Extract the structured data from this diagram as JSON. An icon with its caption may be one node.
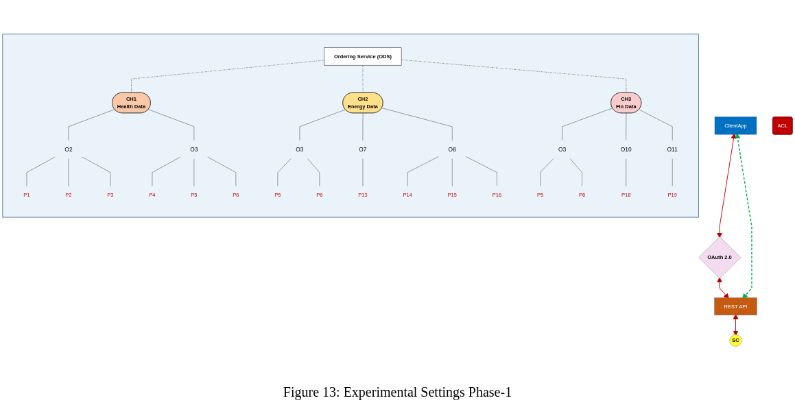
{
  "diagram": {
    "caption": "Figure 13: Experimental Settings Phase-1",
    "nodes": [
      {
        "text": [
          "ClientApp"
        ]
      },
      {
        "text": [
          "OAuth 2.0"
        ]
      },
      {
        "text": [
          "REST API"
        ]
      },
      {
        "text": [
          "SC"
        ]
      },
      {
        "text": [],
        "shape": "box"
      },
      {
        "text": [
          "Ordering Service  (ODS)"
        ],
        "in": 4
      },
      {
        "text": [
          "CH1",
          "Health Data"
        ],
        "in": 4
      },
      {
        "text": [
          "CH2",
          "Energy Data"
        ],
        "in": 4
      },
      {
        "text": [
          "CH3",
          "Fin Data"
        ],
        "in": 4
      },
      {
        "text": [
          "O2"
        ],
        "in": 4
      },
      {
        "text": [
          "O3"
        ],
        "in": 4
      },
      {
        "text": [
          "O3"
        ],
        "in": 4
      },
      {
        "text": [
          "O7"
        ],
        "in": 4
      },
      {
        "text": [
          "O8"
        ],
        "in": 4
      },
      {
        "text": [
          "O3"
        ],
        "in": 4
      },
      {
        "text": [
          "O10"
        ],
        "in": 4
      },
      {
        "text": [
          "O11"
        ],
        "in": 4
      },
      {
        "text": [
          "ACL"
        ]
      },
      {
        "text": [
          "P1"
        ],
        "in": 4
      },
      {
        "text": [
          "P2"
        ],
        "in": 4
      },
      {
        "text": [
          "P3"
        ],
        "in": 4
      },
      {
        "text": [
          "P4"
        ],
        "in": 4
      },
      {
        "text": [
          "P5"
        ],
        "in": 4
      },
      {
        "text": [
          "P6"
        ],
        "in": 4
      },
      {
        "text": [
          "P5"
        ],
        "in": 4
      },
      {
        "text": [
          "P6"
        ],
        "in": 4
      },
      {
        "text": [
          "P13"
        ],
        "in": 4
      },
      {
        "text": [
          "P14"
        ],
        "in": 4
      },
      {
        "text": [
          "P15"
        ],
        "in": 4
      },
      {
        "text": [
          "P16"
        ],
        "in": 4
      },
      {
        "text": [
          "P5"
        ],
        "in": 4
      },
      {
        "text": [
          "P6"
        ],
        "in": 4
      },
      {
        "text": [
          "P18"
        ],
        "in": 4
      },
      {
        "text": [
          "P19"
        ],
        "in": 4
      }
    ],
    "edges": [
      {
        "from": 0,
        "to": 1,
        "arrow": "both",
        "color": "#c00000"
      },
      {
        "from": 1,
        "to": 2,
        "arrow": "both",
        "color": "#c00000"
      },
      {
        "from": 0,
        "to": 2,
        "arrow": "both",
        "style": "dashed",
        "color": "#00b050"
      },
      {
        "from": 2,
        "to": 3,
        "arrow": "both",
        "color": "#c00000"
      },
      {
        "from": 5,
        "to": 6,
        "arrow": "none",
        "style": "dashed"
      },
      {
        "from": 5,
        "to": 7,
        "arrow": "none",
        "style": "dashed"
      },
      {
        "from": 5,
        "to": 8,
        "arrow": "none",
        "style": "dashed"
      },
      {
        "from": 6,
        "to": 9,
        "arrow": "none"
      },
      {
        "from": 6,
        "to": 10,
        "arrow": "none"
      },
      {
        "from": 7,
        "to": 11,
        "arrow": "none"
      },
      {
        "from": 7,
        "to": 12,
        "arrow": "none"
      },
      {
        "from": 7,
        "to": 13,
        "arrow": "none"
      },
      {
        "from": 8,
        "to": 14,
        "arrow": "none"
      },
      {
        "from": 8,
        "to": 15,
        "arrow": "none"
      },
      {
        "from": 8,
        "to": 16,
        "arrow": "none"
      },
      {
        "from": 9,
        "to": 18,
        "arrow": "none"
      },
      {
        "from": 9,
        "to": 19,
        "arrow": "none"
      },
      {
        "from": 9,
        "to": 20,
        "arrow": "none"
      },
      {
        "from": 10,
        "to": 21,
        "arrow": "none"
      },
      {
        "from": 10,
        "to": 22,
        "arrow": "none"
      },
      {
        "from": 10,
        "to": 23,
        "arrow": "none"
      },
      {
        "from": 11,
        "to": 24,
        "arrow": "none"
      },
      {
        "from": 11,
        "to": 25,
        "arrow": "none"
      },
      {
        "from": 12,
        "to": 26,
        "arrow": "none"
      },
      {
        "from": 13,
        "to": 27,
        "arrow": "none"
      },
      {
        "from": 13,
        "to": 28,
        "arrow": "none"
      },
      {
        "from": 13,
        "to": 29,
        "arrow": "none"
      },
      {
        "from": 14,
        "to": 30,
        "arrow": "none"
      },
      {
        "from": 14,
        "to": 31,
        "arrow": "none"
      },
      {
        "from": 15,
        "to": 32,
        "arrow": "none"
      },
      {
        "from": 16,
        "to": 33,
        "arrow": "none"
      }
    ]
  }
}
